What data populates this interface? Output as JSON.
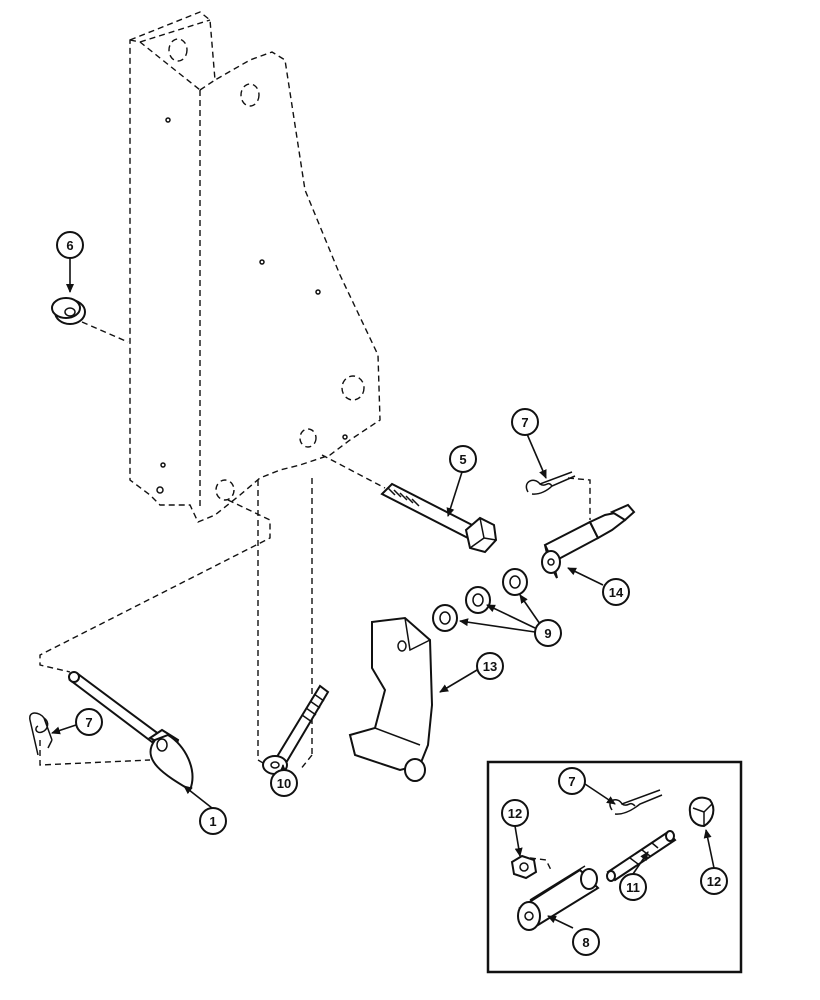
{
  "callouts": [
    {
      "id": "c1",
      "label": "1"
    },
    {
      "id": "c5",
      "label": "5"
    },
    {
      "id": "c6",
      "label": "6"
    },
    {
      "id": "c7a",
      "label": "7"
    },
    {
      "id": "c7b",
      "label": "7"
    },
    {
      "id": "c7c",
      "label": "7"
    },
    {
      "id": "c8",
      "label": "8"
    },
    {
      "id": "c9",
      "label": "9"
    },
    {
      "id": "c10",
      "label": "10"
    },
    {
      "id": "c11",
      "label": "11"
    },
    {
      "id": "c12a",
      "label": "12"
    },
    {
      "id": "c12b",
      "label": "12"
    },
    {
      "id": "c13",
      "label": "13"
    },
    {
      "id": "c14",
      "label": "14"
    }
  ]
}
